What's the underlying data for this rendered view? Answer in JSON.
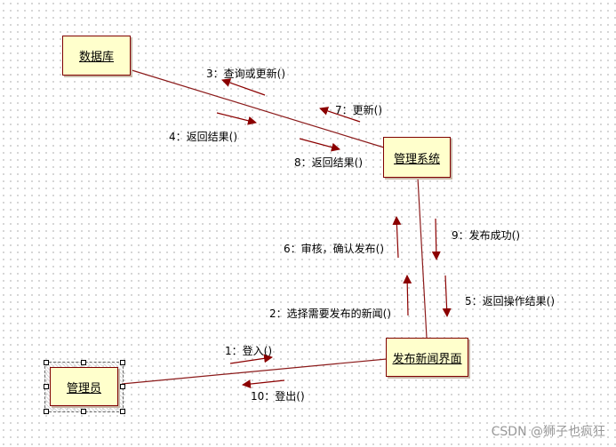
{
  "colors": {
    "node_fill": "#ffffcc",
    "node_border": "#800000",
    "arrow": "#8b0000",
    "link": "#8b1a1a"
  },
  "nodes": {
    "database": "数据库",
    "management_system": "管理系统",
    "publish_news_ui": "发布新闻界面",
    "administrator": "管理员"
  },
  "messages": {
    "m1": "1：登入()",
    "m2": "2：选择需要发布的新闻()",
    "m3": "3：查询或更新()",
    "m4": "4：返回结果()",
    "m5": "5：返回操作结果()",
    "m6": "6：审核，确认发布()",
    "m7": "7：更新()",
    "m8": "8：返回结果()",
    "m9": "9：发布成功()",
    "m10": "10：登出()"
  },
  "watermark": "CSDN @狮子也疯狂"
}
